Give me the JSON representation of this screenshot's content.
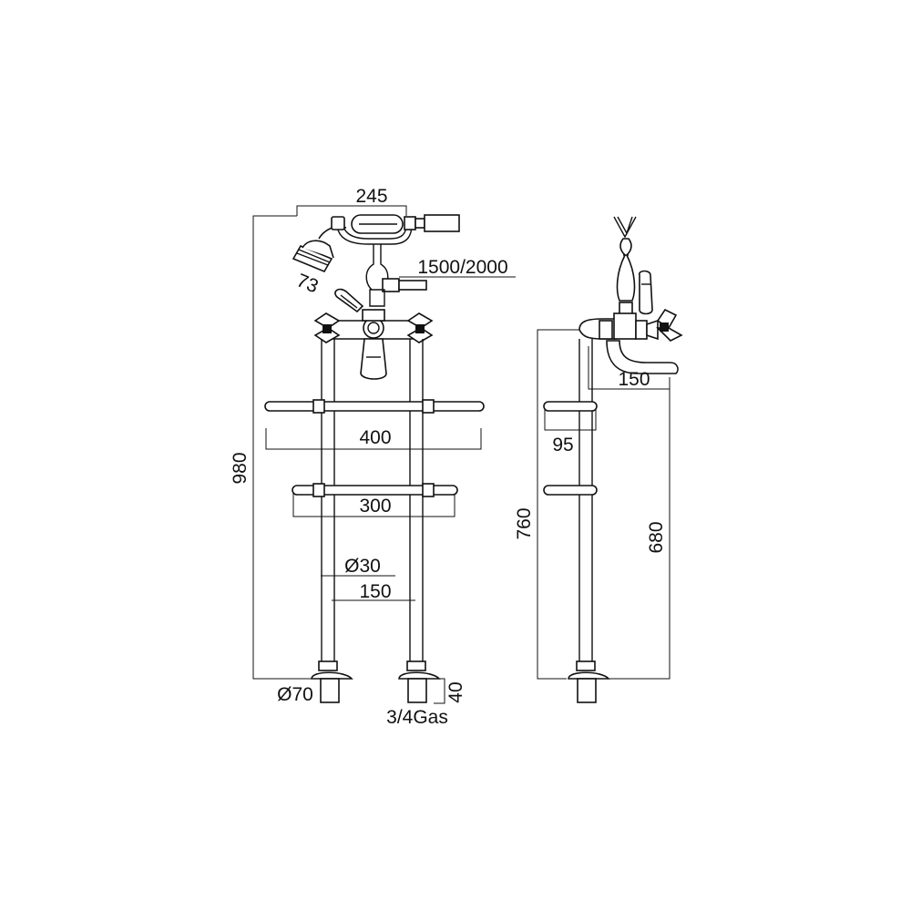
{
  "front_view": {
    "dim_handset_width": "245",
    "dim_handset_diameter": "73",
    "dim_hose_length": "1500/2000",
    "dim_total_height": "980",
    "dim_upper_rail": "400",
    "dim_lower_rail": "300",
    "dim_leg_diameter": "Ø30",
    "dim_leg_spacing": "150",
    "dim_base_diameter": "Ø70",
    "dim_base_height": "40",
    "dim_thread": "3/4Gas"
  },
  "side_view": {
    "dim_spout_reach": "150",
    "dim_rail_offset": "95",
    "dim_outlet_height": "760",
    "dim_spout_height": "680"
  },
  "colors": {
    "line": "#111111",
    "background": "#ffffff"
  }
}
